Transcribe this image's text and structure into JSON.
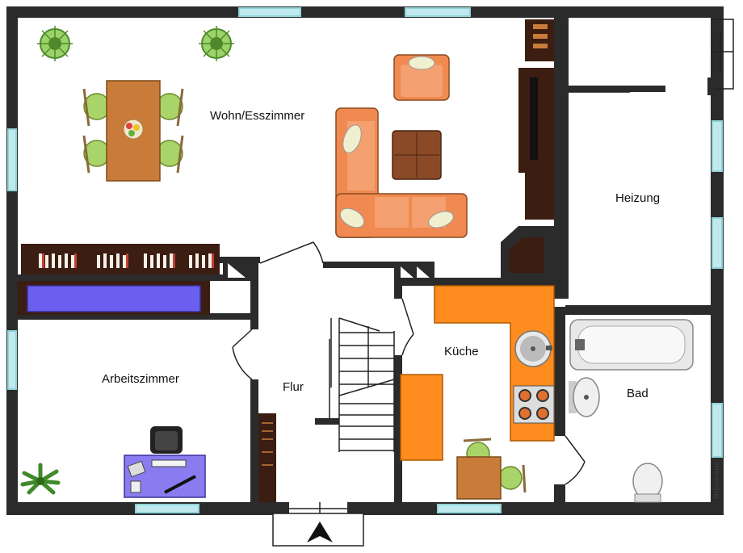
{
  "rooms": {
    "wohn": "Wohn/Esszimmer",
    "heizung": "Heizung",
    "arbeit": "Arbeitszimmer",
    "flur": "Flur",
    "kueche": "Küche",
    "bad": "Bad"
  },
  "watermark": "McGrundriss",
  "colors": {
    "wall": "#2b2b2b",
    "window": "#8fd3d8",
    "sofa": "#f08a50",
    "wood": "#c97c3a",
    "dark_wood": "#3b1d12",
    "kitchen": "#ff8c1f",
    "desk": "#8a7cf0",
    "lowboard": "#6b5ff0",
    "plant": "#6fb33b"
  }
}
